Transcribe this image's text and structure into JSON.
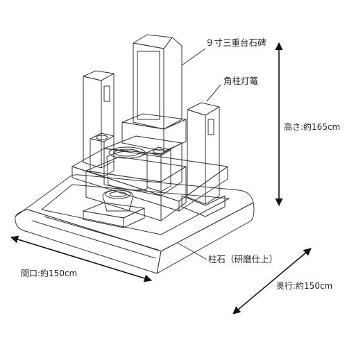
{
  "labels": {
    "tombstone": "９寸三重台石碑",
    "lantern": "角柱灯篭",
    "curb": "柱石（研磨仕上）"
  },
  "dimensions": {
    "height": "高さ:約165cm",
    "width": "間口:約150cm",
    "depth": "奥行:約150cm"
  },
  "colors": {
    "stone_top": "#e9eeef",
    "stone_front": "#f4f7f7",
    "stone_side": "#dde3e4",
    "stone_dark": "#cfd6d8",
    "outline": "#333333"
  }
}
